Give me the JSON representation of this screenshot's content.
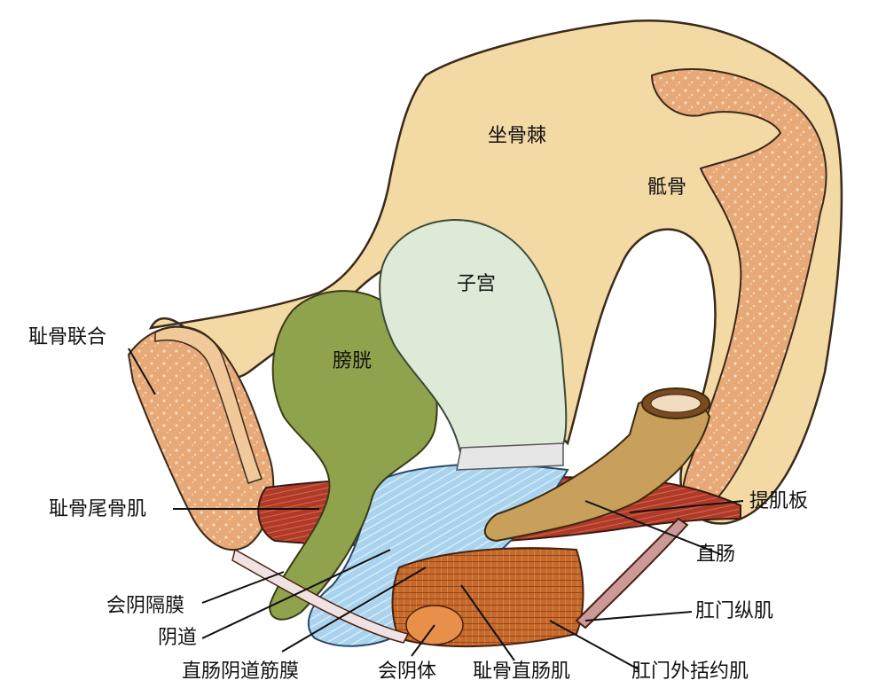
{
  "labels": {
    "ischial_spine": "坐骨棘",
    "sacrum": "骶骨",
    "uterus": "子宫",
    "bladder": "膀胱",
    "pubic_symphysis": "耻骨联合",
    "pubococcygeus": "耻骨尾骨肌",
    "levator_plate": "提肌板",
    "rectum": "直肠",
    "perineal_membrane": "会阴隔膜",
    "longitudinal_anal_muscle": "肛门纵肌",
    "vagina": "阴道",
    "rectovaginal_fascia": "直肠阴道筋膜",
    "perineal_body": "会阴体",
    "puborectalis": "耻骨直肠肌",
    "external_anal_sphincter": "肛门外括约肌"
  },
  "colors": {
    "bone": "#f3d9a4",
    "bone_marrow": "#e7a97a",
    "bladder": "#8fa24c",
    "uterus": "#dcead7",
    "vagina_fascia": "#a9d3ee",
    "muscle": "#b03a2a",
    "rectum": "#c8a05c"
  }
}
